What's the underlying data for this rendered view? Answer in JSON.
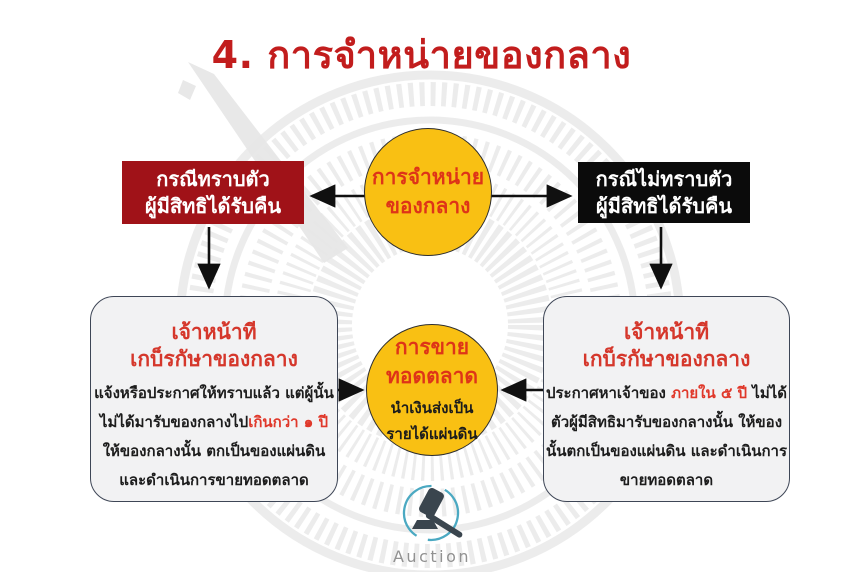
{
  "title": "4. การจำหน่ายของกลาง",
  "colors": {
    "title_red": "#C21D1D",
    "known_case_box": "#A01218",
    "unknown_case_box": "#0B0B0B",
    "circle_yellow": "#F9C013",
    "circle_text_red": "#DE3418",
    "heading_red": "#D5372B",
    "highlight_red": "#E0382A",
    "body_text": "#1C1C1C",
    "process_box_bg": "#F2F2F3",
    "process_box_border": "#3E4656",
    "arrow_black": "#101010",
    "logo_ring": "#4BA9C2",
    "logo_gavel": "#3A454E",
    "logo_label_gray": "#929292",
    "watermark_gray": "#EAEAEA"
  },
  "diagram": {
    "top_circle": {
      "line1": "การจำหน่าย",
      "line2": "ของกลาง"
    },
    "left_top_box": {
      "line1": "กรณีทราบตัว",
      "line2": "ผู้มีสิทธิได้รับคืน"
    },
    "right_top_box": {
      "line1": "กรณีไม่ทราบตัว",
      "line2": "ผู้มีสิทธิได้รับคืน"
    },
    "left_process_box": {
      "heading1": "เจ้าหน้าที",
      "heading2": "เกบ็รกัษาของกลาง",
      "body_line1": "แจ้งหรือประกาศให้ทราบแล้ว  แต่ผู้นั้น",
      "body_line2_black": "ไม่ได้มารับของกลางไป",
      "body_line2_red": "เกินกว่า ๑ ปี",
      "body_line3": "ให้ของกลางนั้น  ตกเป็นของแผ่นดิน",
      "body_line4": "และดำเนินการขายทอดตลาด"
    },
    "right_process_box": {
      "heading1": "เจ้าหน้าที",
      "heading2": "เกบ็รกัษาของกลาง",
      "body_line1_black1": "ประกาศหาเจ้าของ ",
      "body_line1_red": "ภายใน ๕ ปี",
      "body_line1_black2": " ไม่ได้",
      "body_line2": "ตัวผู้มีสิทธิมารับของกลางนั้น  ให้ของ",
      "body_line3": "นั้นตกเป็นของแผ่นดิน  และดำเนินการ",
      "body_line4": "ขายทอดตลาด"
    },
    "bottom_circle": {
      "heading1": "การขาย",
      "heading2": "ทอดตลาด",
      "line1": "นำเงินส่งเป็น",
      "line2": "รายได้แผ่นดิน"
    }
  },
  "logo": {
    "label": "Auction",
    "icon": "gavel-icon"
  }
}
